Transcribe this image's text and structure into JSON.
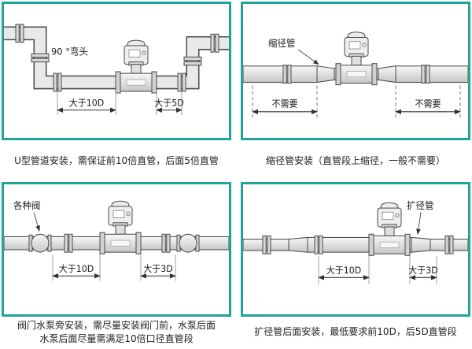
{
  "accent": "#20a39a",
  "panels": [
    {
      "id": "u-type",
      "caption_lines": [
        "U型管道安装，需保证前10倍直管，后面5倍直管"
      ],
      "labels": {
        "elbow": "90 °弯头",
        "dim_before": "大于10D",
        "dim_after": "大于5D"
      }
    },
    {
      "id": "reducer",
      "caption_lines": [
        "缩径管安装（直管段上缩径，一般不需要）"
      ],
      "labels": {
        "part": "缩径管",
        "dim_before": "不需要",
        "dim_after": "不需要"
      }
    },
    {
      "id": "valve-pump",
      "caption_lines": [
        "阀门水泵旁安装，需尽量安装阀门前，水泵后面",
        "水泵后面尽量需满足10倍口径直管段"
      ],
      "labels": {
        "part": "各种阀",
        "dim_before": "大于10D",
        "dim_after": "大于3D"
      }
    },
    {
      "id": "expander",
      "caption_lines": [
        "扩径管后面安装，最低要求前10D，后5D直管段"
      ],
      "labels": {
        "part": "扩径管",
        "dim_before": "大于10D",
        "dim_after": "大于3D"
      }
    }
  ]
}
